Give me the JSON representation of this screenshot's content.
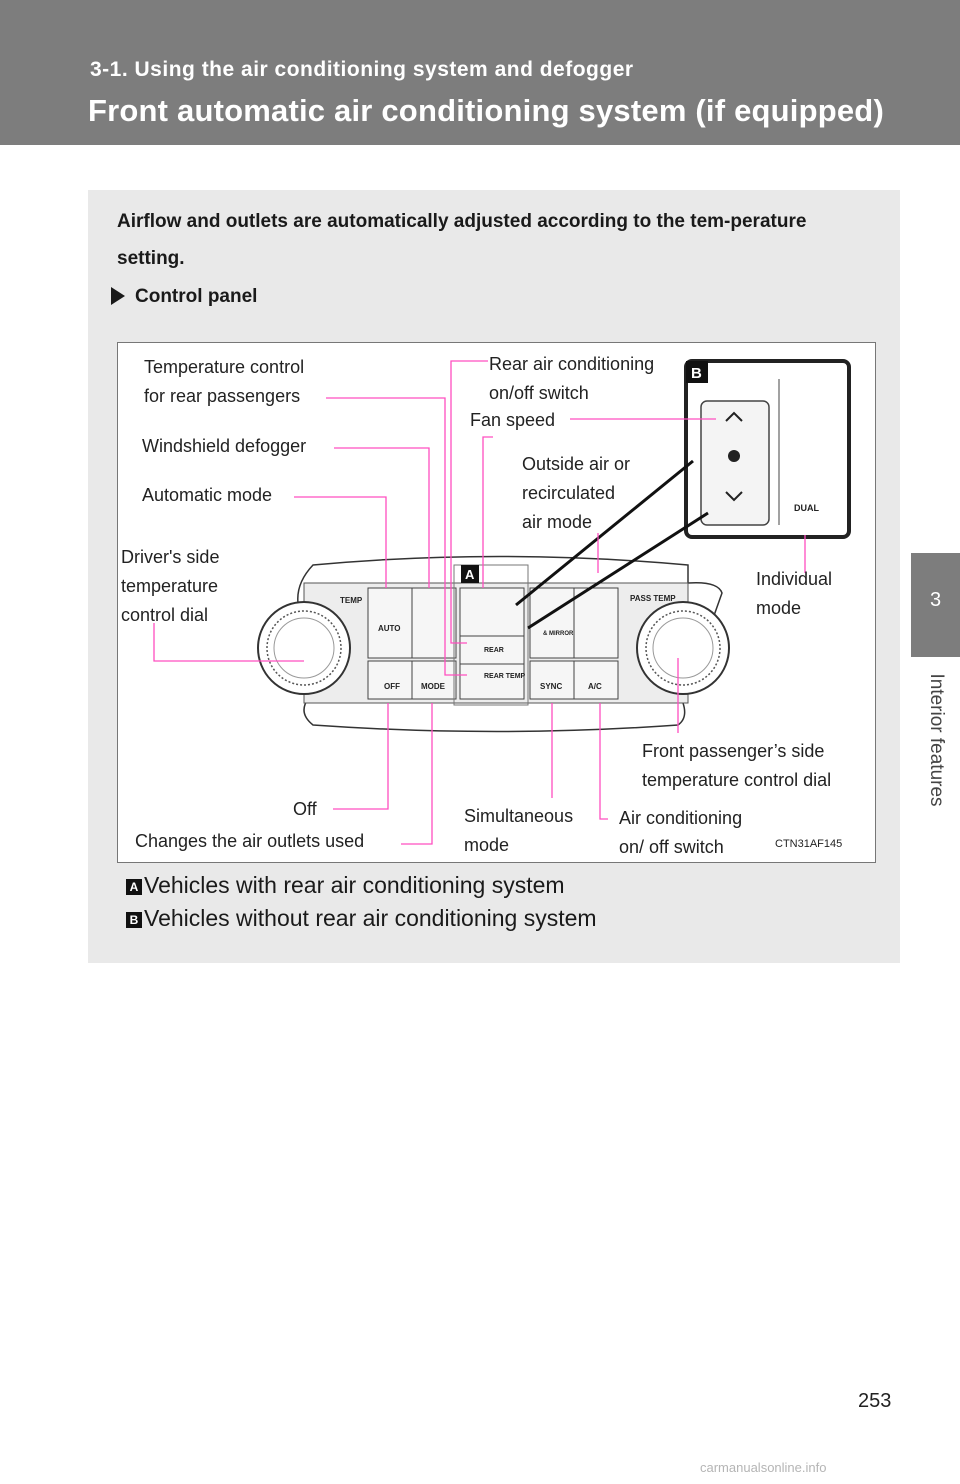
{
  "header": {
    "section_label": "3-1. Using the air conditioning system and defogger",
    "title": "Front automatic air conditioning system (if equipped)"
  },
  "side_tab": {
    "number": "3",
    "text": "Interior features"
  },
  "intro": "Airflow and outlets are automatically adjusted according to the tem-perature setting.",
  "control_panel_heading": "Control panel",
  "diagram": {
    "figure_code": "CTN31AF145",
    "inset_a_marker": "A",
    "inset_b_marker": "B",
    "panel_text": {
      "temp": "TEMP",
      "pass_temp": "PASS TEMP",
      "auto": "AUTO",
      "off": "OFF",
      "mode": "MODE",
      "rear": "REAR",
      "rear_temp": "REAR TEMP",
      "mirror": "& MIRROR",
      "sync": "SYNC",
      "ac": "A/C",
      "dual": "DUAL"
    },
    "callouts": {
      "temp_rear": "Temperature control\nfor rear passengers",
      "rear_ac_switch": "Rear air conditioning\non/off switch",
      "fan_speed": "Fan speed",
      "windshield_defogger": "Windshield defogger",
      "outside_air": "Outside air or\nrecirculated\nair mode",
      "automatic_mode": "Automatic mode",
      "drivers_dial": "Driver's   side\ntemperature\ncontrol dial",
      "individual_mode": "Individual\nmode",
      "passenger_dial": "Front  passenger’s  side\ntemperature control dial",
      "off": "Off",
      "outlets": "Changes the air outlets used",
      "simultaneous": "Simultaneous\nmode",
      "ac_switch": "Air conditioning\non/ off switch"
    }
  },
  "legend": {
    "a_marker": "A",
    "a_text": "Vehicles with rear air conditioning system",
    "b_marker": "B",
    "b_text": "Vehicles without rear air conditioning system"
  },
  "page_number": "253",
  "watermark": "carmanualsonline.info",
  "colors": {
    "header_bg": "#7d7d7d",
    "content_bg": "#e9e9e9",
    "leader_line": "#ff4fc0"
  }
}
